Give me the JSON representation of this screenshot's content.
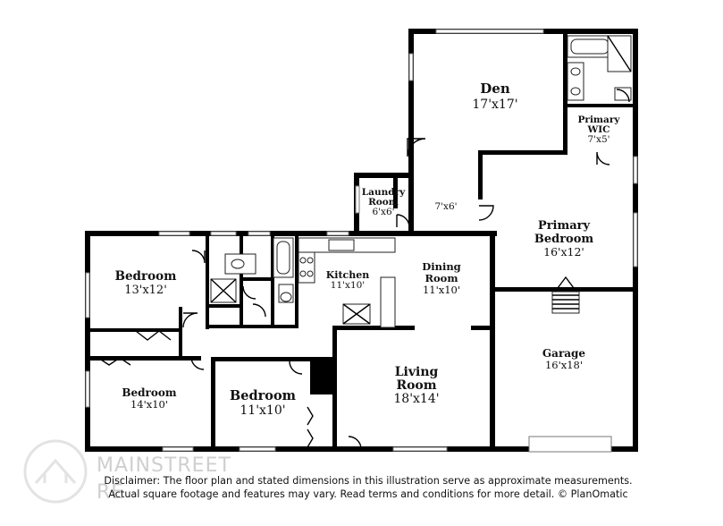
{
  "rooms": [
    {
      "key": "den",
      "name": "Den",
      "dims": "17'x17'"
    },
    {
      "key": "primary_wic",
      "name_line1": "Primary",
      "name_line2": "WIC",
      "dims": "7'x5'"
    },
    {
      "key": "laundry",
      "name_line1": "Laundry",
      "name_line2": "Room",
      "dims": "6'x6'"
    },
    {
      "key": "hall",
      "dims": "7'x6'"
    },
    {
      "key": "primary_bedroom",
      "name_line1": "Primary",
      "name_line2": "Bedroom",
      "dims": "16'x12'"
    },
    {
      "key": "bedroom_nw",
      "name": "Bedroom",
      "dims": "13'x12'"
    },
    {
      "key": "kitchen",
      "name": "Kitchen",
      "dims": "11'x10'"
    },
    {
      "key": "dining",
      "name_line1": "Dining",
      "name_line2": "Room",
      "dims": "11'x10'"
    },
    {
      "key": "garage",
      "name": "Garage",
      "dims": "16'x18'"
    },
    {
      "key": "bedroom_sw",
      "name": "Bedroom",
      "dims": "14'x10'"
    },
    {
      "key": "bedroom_s",
      "name": "Bedroom",
      "dims": "11'x10'"
    },
    {
      "key": "living",
      "name_line1": "Living",
      "name_line2": "Room",
      "dims": "18'x14'"
    }
  ],
  "disclaimer": {
    "line1": "Disclaimer: The floor plan and stated dimensions in this illustration serve as approximate measurements.",
    "line2": "Actual square footage and features may vary. Read terms and conditions for more detail. © PlanOmatic"
  },
  "watermark": {
    "text_line1": "MAINSTREET",
    "text_line2": "RE"
  }
}
